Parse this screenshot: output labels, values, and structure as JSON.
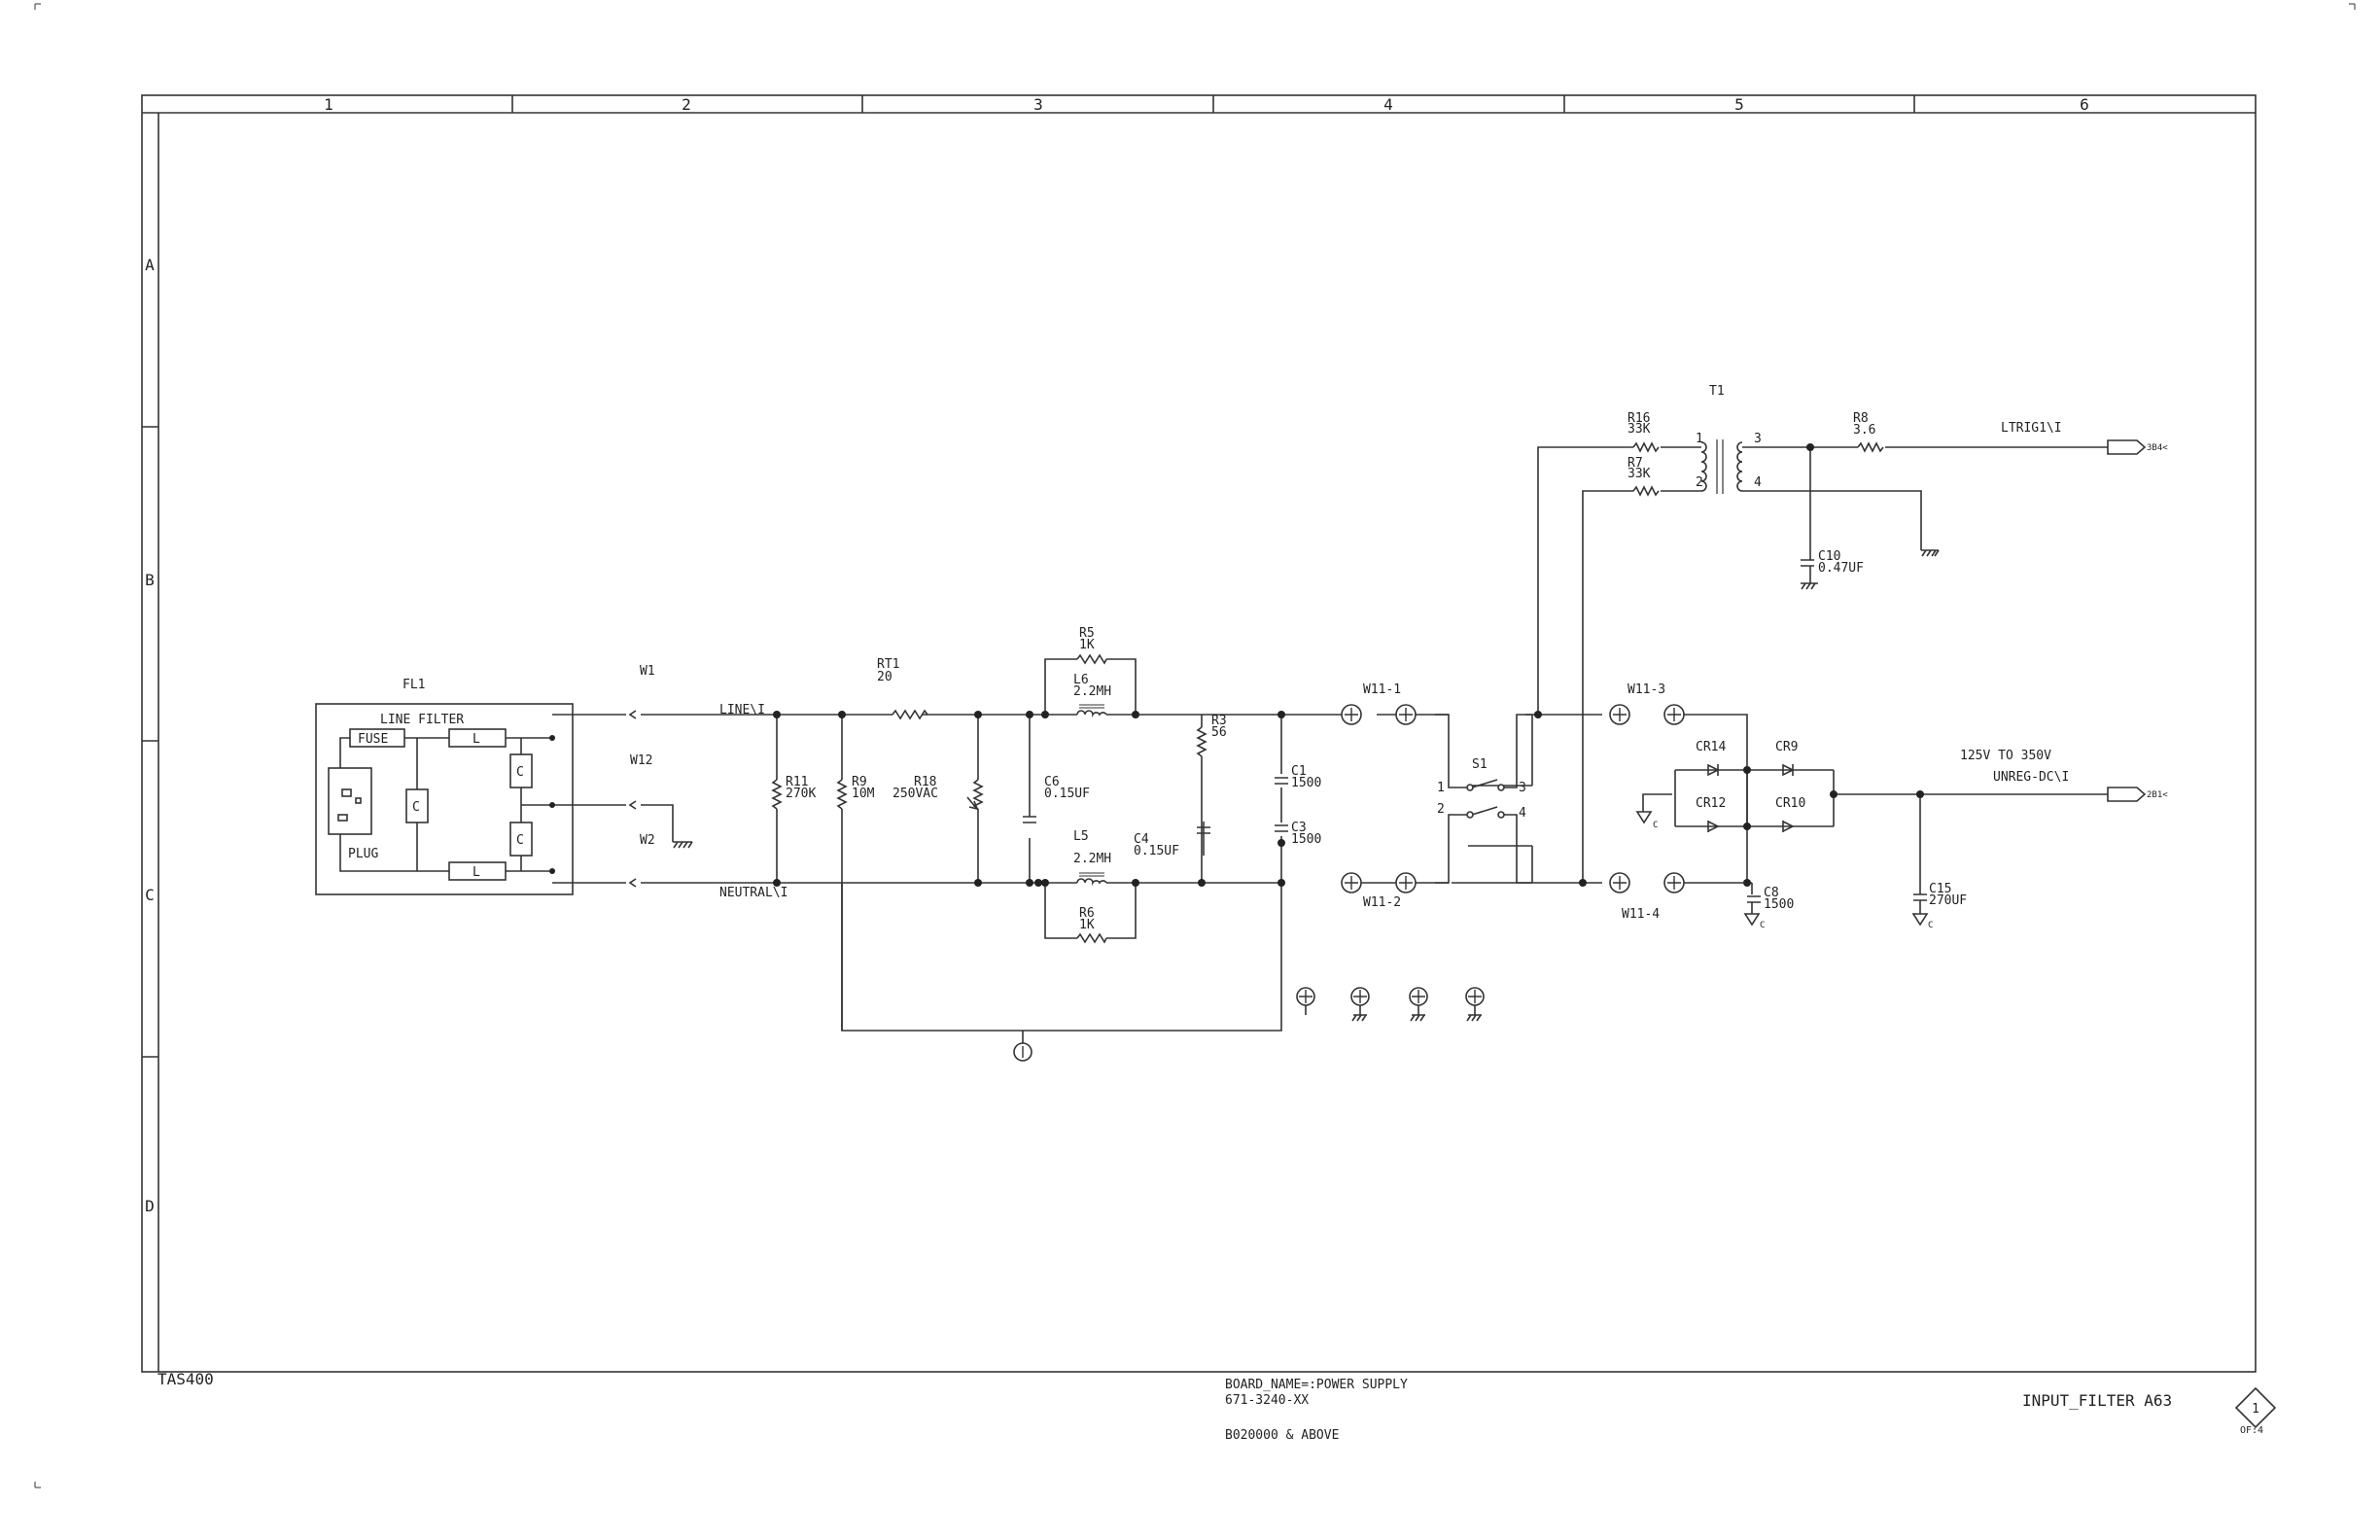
{
  "sheet": {
    "zone_columns": [
      "1",
      "2",
      "3",
      "4",
      "5",
      "6"
    ],
    "zone_rows": [
      "A",
      "B",
      "C",
      "D"
    ]
  },
  "labels": {
    "fl1": "FL1",
    "line_filter": "LINE FILTER",
    "fuse": "FUSE",
    "plug": "PLUG",
    "filter_l": "L",
    "filter_c": "C",
    "w1": "W1",
    "w12": "W12",
    "w2": "W2",
    "line_net": "LINE\\I",
    "neutral_net": "NEUTRAL\\I",
    "rt1": "RT1",
    "rt1_val": "20",
    "r11": "R11",
    "r11_val": "270K",
    "r9": "R9",
    "r9_val": "10M",
    "r18": "R18",
    "r18_val": "250VAC",
    "c6": "C6",
    "c6_val": "0.15UF",
    "r5": "R5",
    "r5_val": "1K",
    "l6": "L6",
    "l6_val": "2.2MH",
    "l5": "L5",
    "l5_val": "2.2MH",
    "r6": "R6",
    "r6_val": "1K",
    "c4": "C4",
    "c4_val": "0.15UF",
    "r3": "R3",
    "r3_val": "56",
    "c1": "C1",
    "c1_val": "1500",
    "c3": "C3",
    "c3_val": "1500",
    "w11_1": "W11-1",
    "w11_2": "W11-2",
    "w11_3": "W11-3",
    "w11_4": "W11-4",
    "s1": "S1",
    "s1_p1": "1",
    "s1_p2": "2",
    "s1_p3": "3",
    "s1_p4": "4",
    "t1": "T1",
    "t1_p1": "1",
    "t1_p2": "2",
    "t1_p3": "3",
    "t1_p4": "4",
    "r16": "R16",
    "r16_val": "33K",
    "r7": "R7",
    "r7_val": "33K",
    "r8": "R8",
    "r8_val": "3.6",
    "c10": "C10",
    "c10_val": "0.47UF",
    "ltrig": "LTRIG1\\I",
    "ltrig_ref": "3B4<",
    "cr14": "CR14",
    "cr9": "CR9",
    "cr12": "CR12",
    "cr10": "CR10",
    "c8": "C8",
    "c8_val": "1500",
    "range": "125V TO 350V",
    "unreg": "UNREG-DC\\I",
    "unreg_ref": "2B1<",
    "c15": "C15",
    "c15_val": "270UF",
    "vc": "C"
  },
  "title_block": {
    "project": "TAS400",
    "board_name": "BOARD_NAME=:POWER SUPPLY",
    "part_number": "671-3240-XX",
    "serial_range": "B020000 & ABOVE",
    "sheet_title": "INPUT_FILTER A63",
    "sheet_number": "1",
    "sheet_of": "OF:4"
  }
}
